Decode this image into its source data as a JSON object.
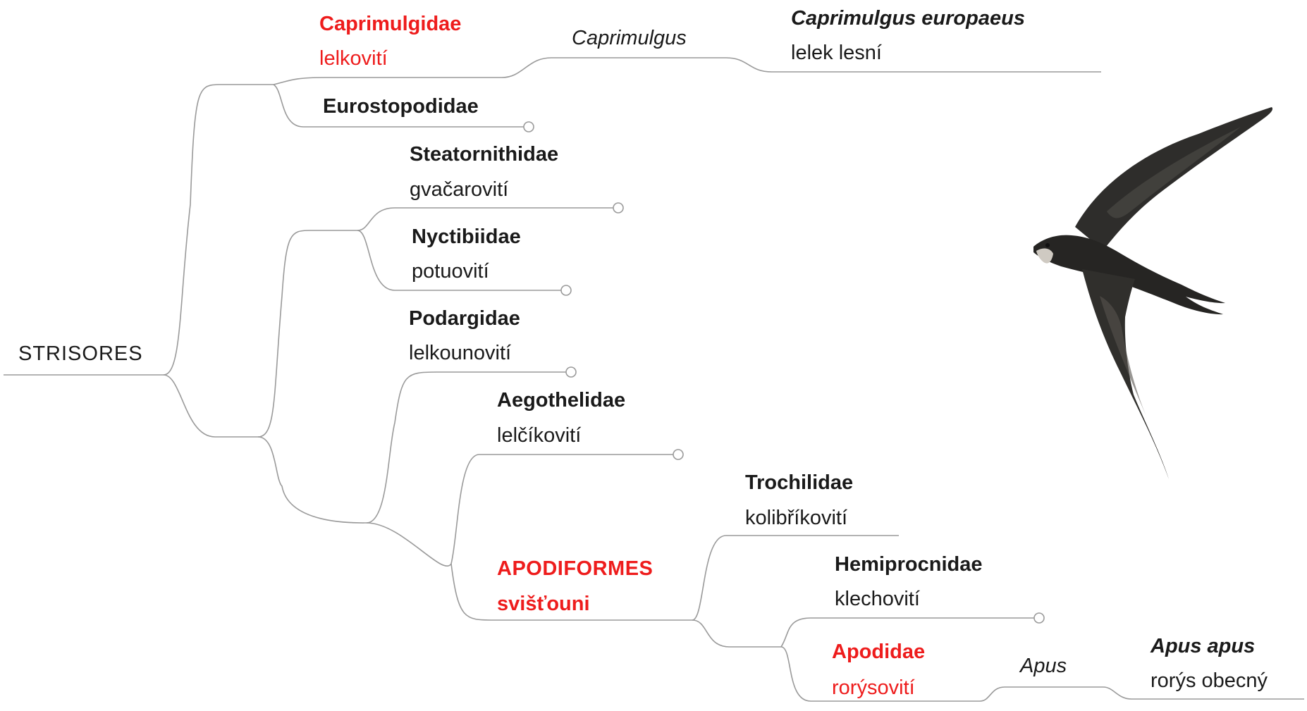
{
  "colors": {
    "line": "#9a9a9a",
    "text": "#1a1a1a",
    "highlight": "#ee1c1c",
    "bird": "#2b2b2b"
  },
  "root": {
    "label": "STRISORES"
  },
  "taxa": {
    "caprimulgidae": {
      "name": "Caprimulgidae",
      "common": "lelkovití"
    },
    "caprimulgus_genus": {
      "name": "Caprimulgus"
    },
    "caprimulgus_species": {
      "name": "Caprimulgus europaeus",
      "common": "lelek lesní"
    },
    "eurostopodidae": {
      "name": "Eurostopodidae"
    },
    "steatornithidae": {
      "name": "Steatornithidae",
      "common": "gvačarovití"
    },
    "nyctibiidae": {
      "name": "Nyctibiidae",
      "common": "potuovití"
    },
    "podargidae": {
      "name": "Podargidae",
      "common": "lelkounovití"
    },
    "aegothelidae": {
      "name": "Aegothelidae",
      "common": "lelčíkovití"
    },
    "apodiformes": {
      "name": "APODIFORMES",
      "common": "svišťouni"
    },
    "trochilidae": {
      "name": "Trochilidae",
      "common": "kolibříkovití"
    },
    "hemiprocnidae": {
      "name": "Hemiprocnidae",
      "common": "klechovití"
    },
    "apodidae": {
      "name": "Apodidae",
      "common": "rorýsovití"
    },
    "apus_genus": {
      "name": "Apus"
    },
    "apus_species": {
      "name": "Apus apus",
      "common": "rorýs obecný"
    }
  },
  "illustration": {
    "subject": "common swift in flight",
    "icon": "swift-bird-illustration"
  }
}
